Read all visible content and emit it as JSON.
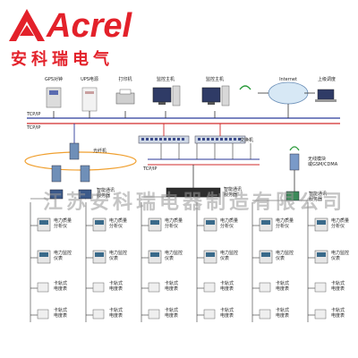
{
  "brand": {
    "name_en": "Acrel",
    "name_cn": "安科瑞电气"
  },
  "watermark": "江苏安科瑞电器制造有限公司",
  "colors": {
    "brand_red": "#e3212a",
    "line_blue": "#2b3a9a",
    "line_red": "#d22b2b",
    "ring_orange": "#f0a030",
    "line_black": "#333333"
  },
  "top_devices": [
    {
      "label": "GPS对钟",
      "icon": "gps-clock-icon"
    },
    {
      "label": "UPS电源",
      "icon": "ups-icon"
    },
    {
      "label": "打印机",
      "icon": "printer-icon"
    },
    {
      "label": "监控主机",
      "icon": "monitor-host-icon"
    },
    {
      "label": "监控主机",
      "icon": "monitor-host-icon"
    },
    {
      "label": "Internet",
      "icon": "cloud-icon"
    },
    {
      "label": "上级调度",
      "icon": "laptop-icon"
    }
  ],
  "network_labels": {
    "tcpip_1": "TCP/IP",
    "tcpip_2": "TCP/IP",
    "tcpip_3": "TCP/IP",
    "switch": "交换机",
    "fiber": "光纤机",
    "smart_comm_server_left": "智能通讯\n服务器",
    "smart_comm_server_center": "智能通讯\n服务器",
    "wireless_module": "无线模块\n或GSM/CDMA",
    "smart_comm_server_right": "智能通讯\n服务器"
  },
  "columns": [
    {
      "items": [
        "电力质量\n分析仪",
        "电力监控\n仪表",
        "卡轨式\n电度表",
        "卡轨式\n电度表"
      ]
    },
    {
      "items": [
        "电力质量\n分析仪",
        "电力监控\n仪表",
        "卡轨式\n电度表",
        "卡轨式\n电度表"
      ]
    },
    {
      "items": [
        "电力质量\n分析仪",
        "电力监控\n仪表",
        "卡轨式\n电度表",
        "卡轨式\n电度表"
      ]
    },
    {
      "items": [
        "电力质量\n分析仪",
        "电力监控\n仪表",
        "卡轨式\n电度表",
        "卡轨式\n电度表"
      ]
    },
    {
      "items": [
        "电力质量\n分析仪",
        "电力监控\n仪表",
        "卡轨式\n电度表",
        "卡轨式\n电度表"
      ]
    },
    {
      "items": [
        "电力质量\n分析仪",
        "电力监控\n仪表",
        "卡轨式\n电度表",
        "卡轨式\n电度表"
      ]
    }
  ]
}
